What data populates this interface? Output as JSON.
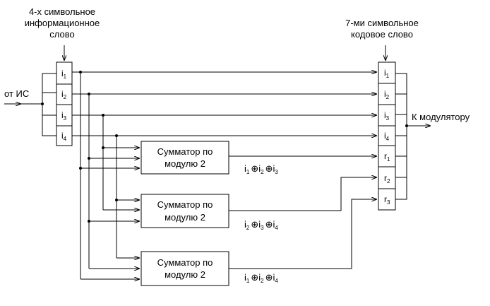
{
  "title_left": [
    "4-х символьное",
    "информационное",
    "слово"
  ],
  "title_right": [
    "7-ми символьное",
    "кодовое слово"
  ],
  "source_label": "от ИС",
  "dest_label": "К модулятору",
  "input_register": [
    {
      "sym": "i",
      "sub": "1"
    },
    {
      "sym": "i",
      "sub": "2"
    },
    {
      "sym": "i",
      "sub": "3"
    },
    {
      "sym": "i",
      "sub": "4"
    }
  ],
  "output_register": [
    {
      "sym": "i",
      "sub": "1"
    },
    {
      "sym": "i",
      "sub": "2"
    },
    {
      "sym": "i",
      "sub": "3"
    },
    {
      "sym": "i",
      "sub": "4"
    },
    {
      "sym": "r",
      "sub": "1"
    },
    {
      "sym": "r",
      "sub": "2"
    },
    {
      "sym": "r",
      "sub": "3"
    }
  ],
  "adders": [
    {
      "line1": "Сумматор по",
      "line2": "модулю 2",
      "formula": [
        {
          "sym": "i",
          "sub": "1"
        },
        {
          "sym": "i",
          "sub": "2"
        },
        {
          "sym": "i",
          "sub": "3"
        }
      ]
    },
    {
      "line1": "Сумматор по",
      "line2": "модулю 2",
      "formula": [
        {
          "sym": "i",
          "sub": "2"
        },
        {
          "sym": "i",
          "sub": "3"
        },
        {
          "sym": "i",
          "sub": "4"
        }
      ]
    },
    {
      "line1": "Сумматор по",
      "line2": "модулю 2",
      "formula": [
        {
          "sym": "i",
          "sub": "1"
        },
        {
          "sym": "i",
          "sub": "2"
        },
        {
          "sym": "i",
          "sub": "4"
        }
      ]
    }
  ],
  "xor_symbol": "⊕"
}
